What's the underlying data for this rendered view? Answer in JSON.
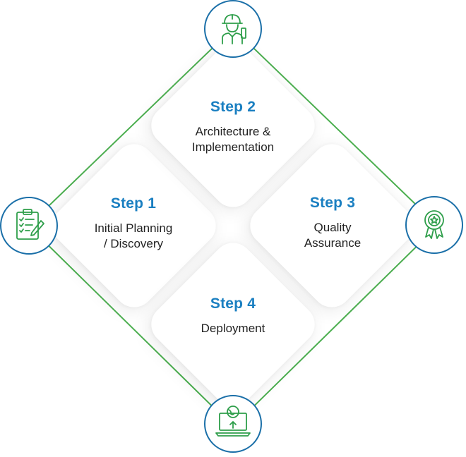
{
  "steps": [
    {
      "id": "step-1",
      "title": "Step 1",
      "description": "Initial Planning\n/ Discovery",
      "icon": "clipboard-checklist-icon"
    },
    {
      "id": "step-2",
      "title": "Step 2",
      "description": "Architecture &\nImplementation",
      "icon": "engineer-icon"
    },
    {
      "id": "step-3",
      "title": "Step 3",
      "description": "Quality\nAssurance",
      "icon": "award-badge-icon"
    },
    {
      "id": "step-4",
      "title": "Step 4",
      "description": "Deployment",
      "icon": "laptop-globe-upload-icon"
    }
  ],
  "colors": {
    "step_title": "#1a7fc1",
    "connector": "#4caf50",
    "node_border": "#1a6fa8",
    "icon_stroke": "#2e9e4a"
  }
}
